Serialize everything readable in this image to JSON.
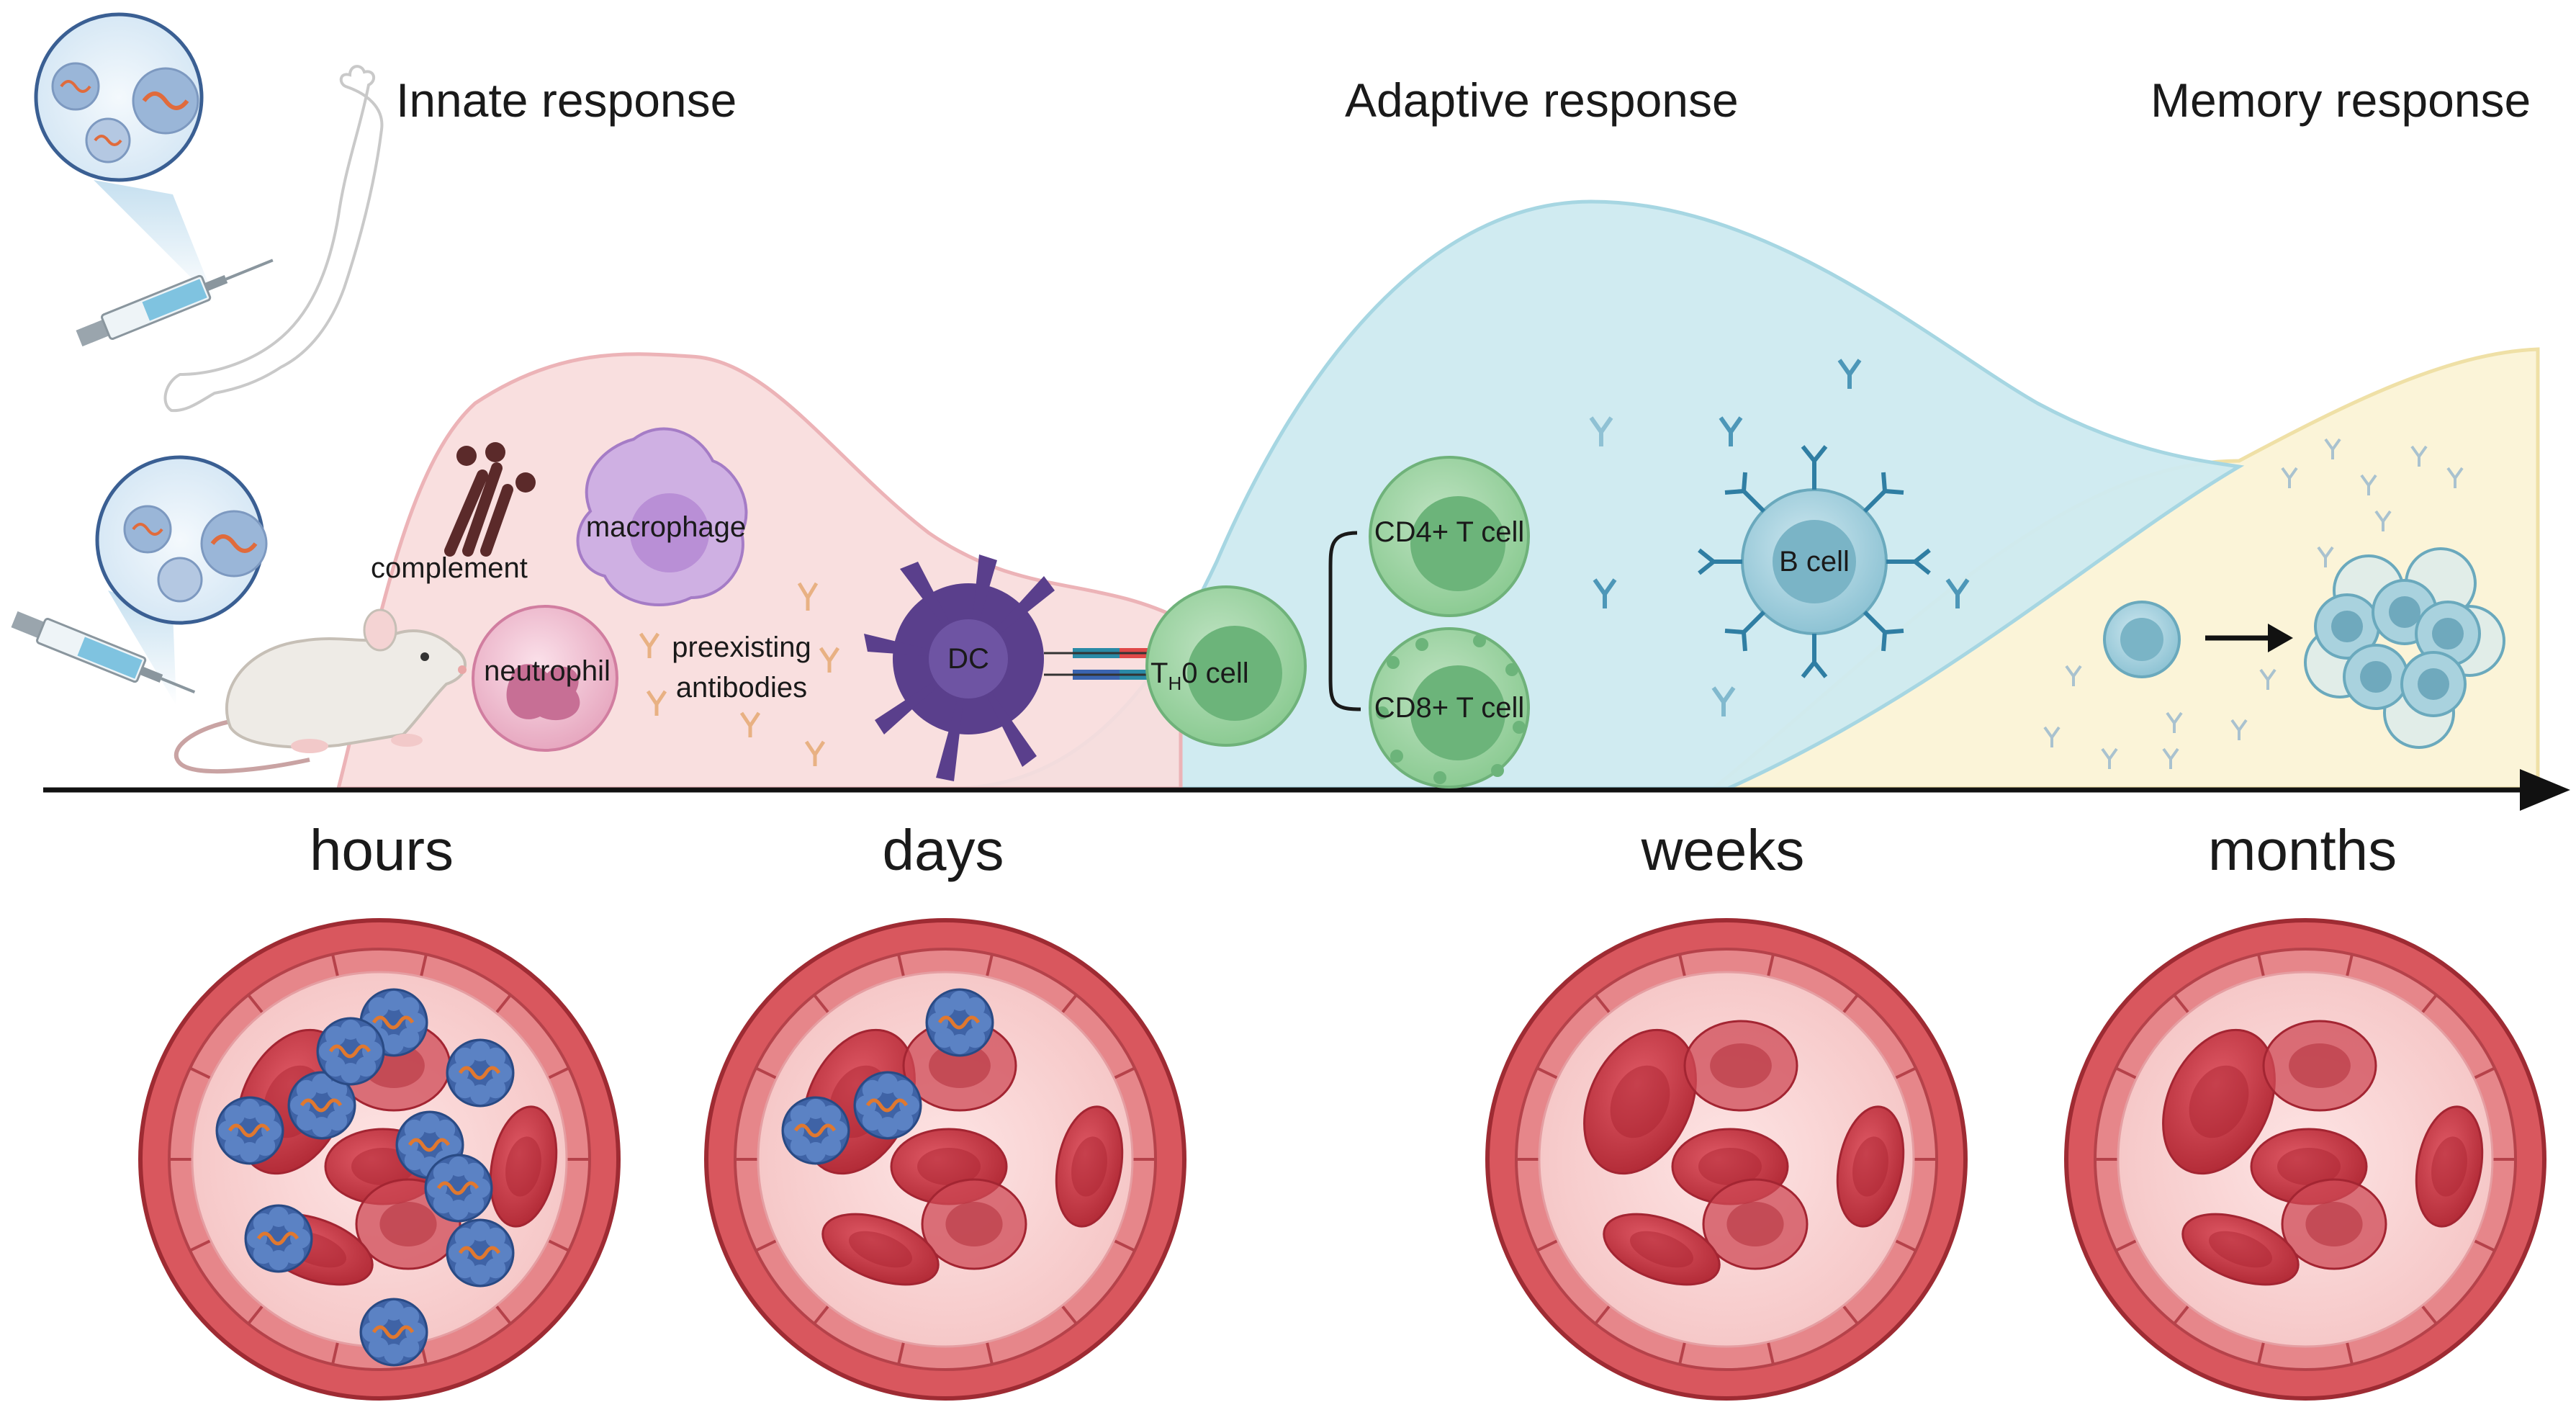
{
  "headers": {
    "innate": "Innate response",
    "adaptive": "Adaptive response",
    "memory": "Memory response"
  },
  "timeline": [
    "hours",
    "days",
    "weeks",
    "months"
  ],
  "cells": {
    "complement": "complement",
    "macrophage": "macrophage",
    "neutrophil": "neutrophil",
    "antibodies_line1": "preexisting",
    "antibodies_line2": "antibodies",
    "dc": "DC",
    "th0_prefix": "T",
    "th0_sub": "H",
    "th0_suffix": "0 cell",
    "cd4": "CD4+ T cell",
    "cd8": "CD8+ T cell",
    "bcell": "B cell"
  },
  "vessels": [
    {
      "time": "hours",
      "particles": 10
    },
    {
      "time": "days",
      "particles": 3
    },
    {
      "time": "weeks",
      "particles": 0
    },
    {
      "time": "months",
      "particles": 0
    }
  ],
  "colors": {
    "innate": "#f9dcdc",
    "adaptive": "#cdeaf0",
    "memory": "#fbf4d8",
    "vessel": "#d9575e",
    "rbc": "#c0313d",
    "particle": "#3f63a6",
    "tcell": "#8fcb95",
    "bcell": "#8fc3d3",
    "dc": "#5a3f8c",
    "macrophage": "#b98fd6"
  }
}
